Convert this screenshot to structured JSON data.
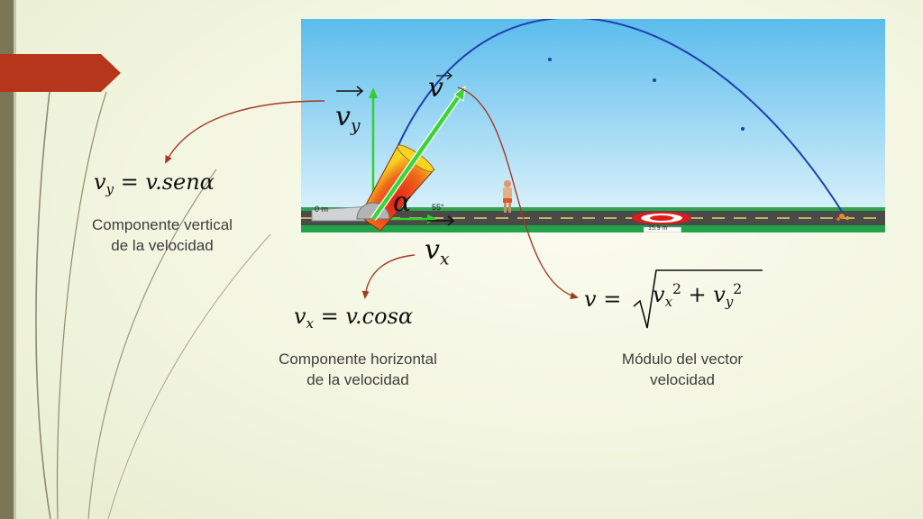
{
  "scene": {
    "distance_start": "0 m",
    "angle_readout": "55°",
    "target_distance": "15.9 m"
  },
  "labels": {
    "vy_symbol": "v",
    "vy_sub": "y",
    "vx_symbol": "v",
    "vx_sub": "x",
    "v_symbol": "v",
    "alpha": "α"
  },
  "formulas": {
    "vy_lhs": "v",
    "vy_lhs_sub": "y",
    "vy_rhs": "v.senα",
    "vx_lhs": "v",
    "vx_lhs_sub": "x",
    "vx_rhs": "v.cosα",
    "v_lhs": "v",
    "v_term1": "v",
    "v_term1_sub": "x",
    "v_term2": "v",
    "v_term2_sub": "y",
    "exponent": "2",
    "plus": "+",
    "equals": "="
  },
  "captions": {
    "vertical_line1": "Componente vertical",
    "vertical_line2": "de la velocidad",
    "horizontal_line1": "Componente horizontal",
    "horizontal_line2": "de la velocidad",
    "modulus_line1": "Módulo del vector",
    "modulus_line2": "velocidad"
  },
  "colors": {
    "accent_red": "#b5361b",
    "arrow_brown": "#a23a22",
    "sky": "#6cc4ee",
    "trajectory": "#1f3fb0",
    "vector_green": "#2fd12a",
    "road": "#4a4a48",
    "grass": "#22a34a"
  }
}
